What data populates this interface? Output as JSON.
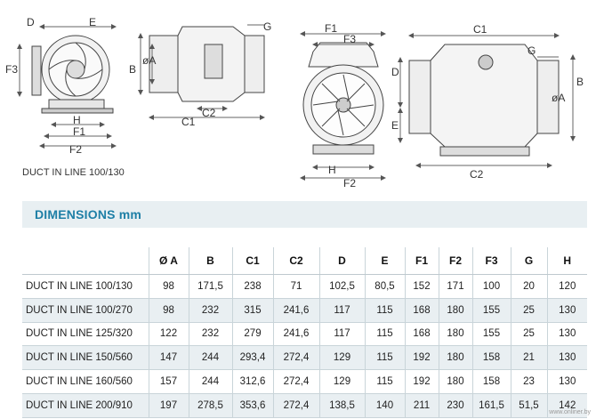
{
  "drawing_labels": {
    "v1": {
      "d": "D",
      "e": "E",
      "f3": "F3",
      "h": "H",
      "f1": "F1",
      "f2": "F2"
    },
    "v2": {
      "b": "B",
      "a": "øA",
      "g": "G",
      "c2": "C2",
      "c1": "C1"
    },
    "v3": {
      "f1": "F1",
      "f3": "F3",
      "h": "H",
      "f2": "F2"
    },
    "v4": {
      "c1": "C1",
      "g": "G",
      "d": "D",
      "e": "E",
      "a": "øA",
      "b": "B",
      "c2": "C2"
    }
  },
  "caption": "DUCT IN LINE 100/130",
  "section_title": "DIMENSIONS mm",
  "table": {
    "headers": [
      "",
      "Ø A",
      "B",
      "C1",
      "C2",
      "D",
      "E",
      "F1",
      "F2",
      "F3",
      "G",
      "H"
    ],
    "rows": [
      [
        "DUCT IN LINE 100/130",
        "98",
        "171,5",
        "238",
        "71",
        "102,5",
        "80,5",
        "152",
        "171",
        "100",
        "20",
        "120"
      ],
      [
        "DUCT IN LINE 100/270",
        "98",
        "232",
        "315",
        "241,6",
        "117",
        "115",
        "168",
        "180",
        "155",
        "25",
        "130"
      ],
      [
        "DUCT IN LINE 125/320",
        "122",
        "232",
        "279",
        "241,6",
        "117",
        "115",
        "168",
        "180",
        "155",
        "25",
        "130"
      ],
      [
        "DUCT IN LINE 150/560",
        "147",
        "244",
        "293,4",
        "272,4",
        "129",
        "115",
        "192",
        "180",
        "158",
        "21",
        "130"
      ],
      [
        "DUCT IN LINE 160/560",
        "157",
        "244",
        "312,6",
        "272,4",
        "129",
        "115",
        "192",
        "180",
        "158",
        "23",
        "130"
      ],
      [
        "DUCT IN LINE 200/910",
        "197",
        "278,5",
        "353,6",
        "272,4",
        "138,5",
        "140",
        "211",
        "230",
        "161,5",
        "51,5",
        "142"
      ]
    ]
  },
  "watermark": "www.onliner.by",
  "colors": {
    "accent": "#1e7fa6",
    "band": "#e8eff2",
    "line": "#555555"
  }
}
